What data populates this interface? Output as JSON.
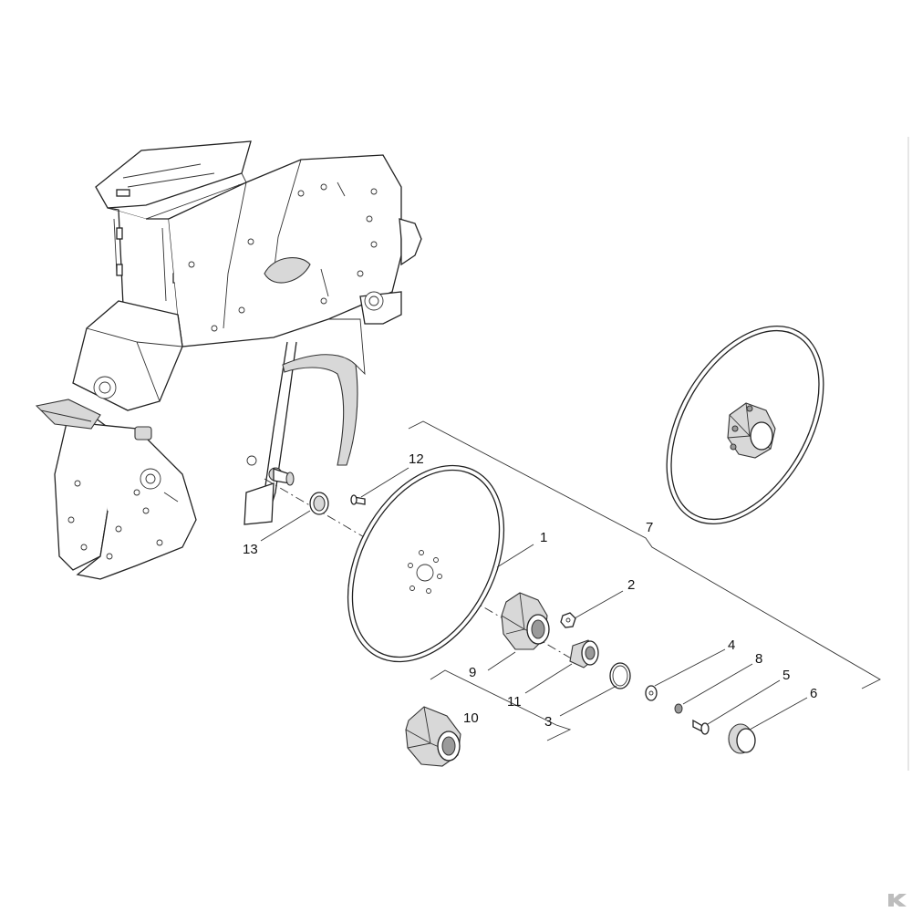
{
  "callouts": {
    "c1": "1",
    "c2": "2",
    "c3": "3",
    "c4": "4",
    "c5": "5",
    "c6": "6",
    "c7": "7",
    "c8": "8",
    "c9": "9",
    "c10": "10",
    "c11": "11",
    "c12": "12",
    "c13": "13"
  },
  "colors": {
    "line": "#222222",
    "shade": "#d8d8d8",
    "logo": "#bdbdbd"
  }
}
